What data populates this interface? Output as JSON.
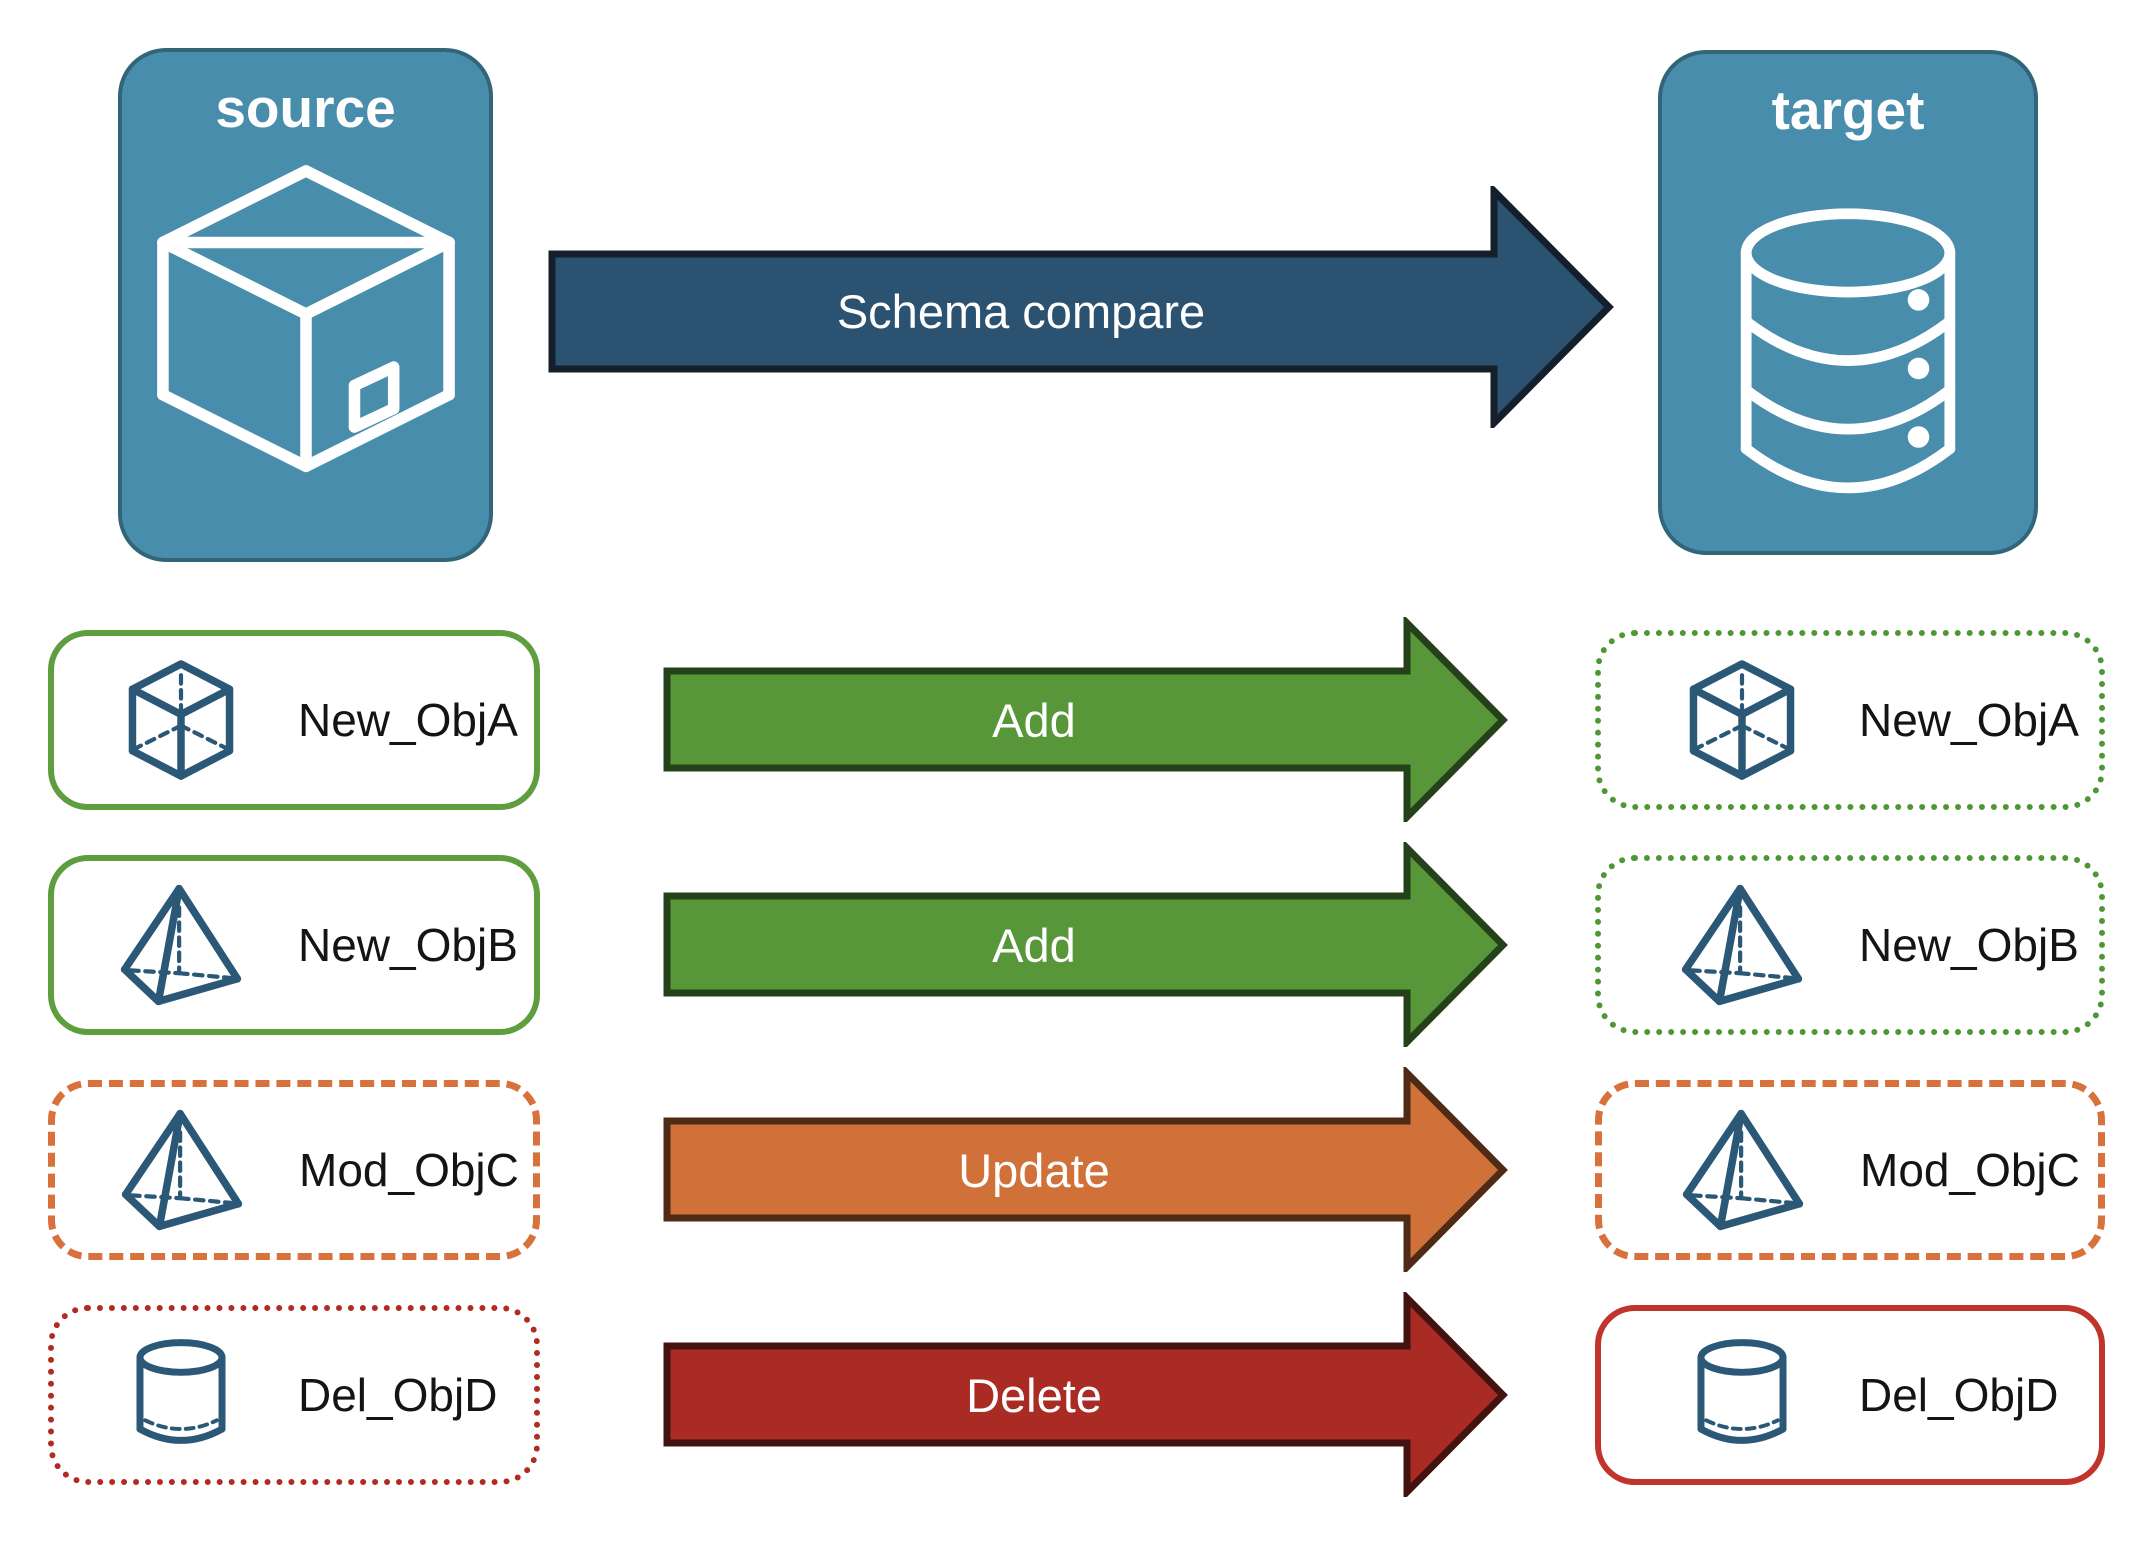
{
  "source_panel": {
    "label": "source",
    "icon": "package-icon",
    "fill": "#488dab",
    "border_color": "#336579"
  },
  "target_panel": {
    "label": "target",
    "icon": "database-icon",
    "fill": "#488dab",
    "border_color": "#336579"
  },
  "compare_arrow": {
    "label": "Schema compare",
    "fill": "#2b5271",
    "stroke": "#141f2b",
    "text_color": "#ffffff"
  },
  "rows": [
    {
      "label": "New_ObjA",
      "icon": "cube-icon",
      "action": "Add",
      "arrow_fill": "#589739",
      "arrow_stroke": "#25411a",
      "source_border": {
        "style": "solid",
        "color": "#5f9e3e"
      },
      "target_border": {
        "style": "dotted",
        "color": "#4f9634"
      }
    },
    {
      "label": "New_ObjB",
      "icon": "pyramid-icon",
      "action": "Add",
      "arrow_fill": "#589739",
      "arrow_stroke": "#25411a",
      "source_border": {
        "style": "solid",
        "color": "#5f9e3e"
      },
      "target_border": {
        "style": "dotted",
        "color": "#4f9634"
      }
    },
    {
      "label": "Mod_ObjC",
      "icon": "pyramid-icon",
      "action": "Update",
      "arrow_fill": "#d0713a",
      "arrow_stroke": "#4f2b16",
      "source_border": {
        "style": "dashed",
        "color": "#d9713c"
      },
      "target_border": {
        "style": "dashed",
        "color": "#d9713c"
      }
    },
    {
      "label": "Del_ObjD",
      "icon": "cylinder-icon",
      "action": "Delete",
      "arrow_fill": "#a92b24",
      "arrow_stroke": "#421310",
      "source_border": {
        "style": "dotted",
        "color": "#b22a22"
      },
      "target_border": {
        "style": "solid",
        "color": "#c0342b"
      }
    }
  ],
  "object_icon_color": "#2b5876",
  "background": "#ffffff",
  "label_text_color": "#141414"
}
